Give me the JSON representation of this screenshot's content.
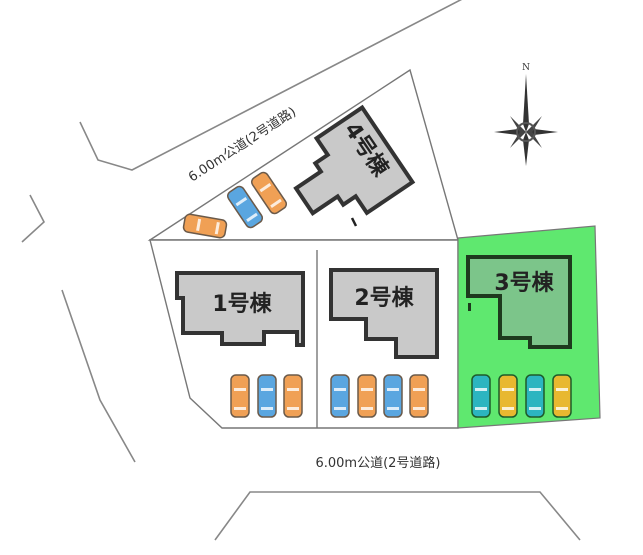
{
  "roads": {
    "top": "6.00m公道(2号道路)",
    "bottom": "6.00m公道(2号道路)"
  },
  "compass": {
    "north": "N"
  },
  "buildings": [
    {
      "label": "1号棟",
      "highlighted": false
    },
    {
      "label": "2号棟",
      "highlighted": false
    },
    {
      "label": "3号棟",
      "highlighted": true
    },
    {
      "label": "4号棟",
      "highlighted": false
    }
  ],
  "colors": {
    "highlight_lot": "#5fe86f",
    "highlight_building": "#7cc58a",
    "building": "#c9c9c9",
    "car_orange": "#f0a055",
    "car_blue": "#5aa6e0",
    "car_teal": "#2cb5c0",
    "car_yellow": "#e8b830"
  }
}
